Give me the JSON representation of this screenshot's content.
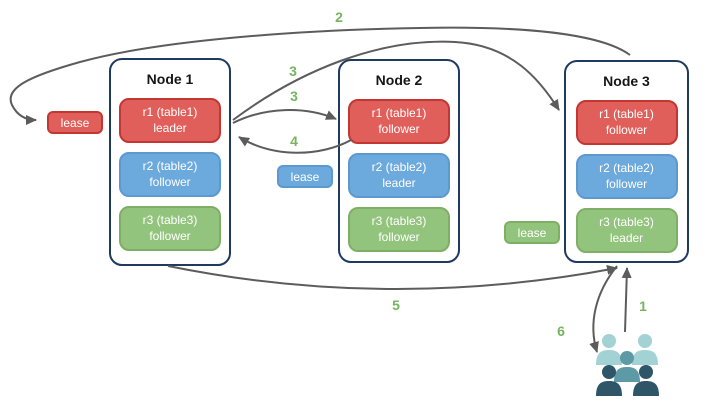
{
  "diagram": {
    "nodes": [
      {
        "title": "Node 1",
        "replicas": [
          {
            "name": "r1 (table1)",
            "role": "leader",
            "color": "red"
          },
          {
            "name": "r2 (table2)",
            "role": "follower",
            "color": "blue"
          },
          {
            "name": "r3 (table3)",
            "role": "follower",
            "color": "green"
          }
        ]
      },
      {
        "title": "Node 2",
        "replicas": [
          {
            "name": "r1 (table1)",
            "role": "follower",
            "color": "red"
          },
          {
            "name": "r2 (table2)",
            "role": "leader",
            "color": "blue"
          },
          {
            "name": "r3 (table3)",
            "role": "follower",
            "color": "green"
          }
        ]
      },
      {
        "title": "Node 3",
        "replicas": [
          {
            "name": "r1 (table1)",
            "role": "follower",
            "color": "red"
          },
          {
            "name": "r2 (table2)",
            "role": "follower",
            "color": "blue"
          },
          {
            "name": "r3 (table3)",
            "role": "leader",
            "color": "green"
          }
        ]
      }
    ],
    "leases": [
      {
        "label": "lease",
        "color": "red"
      },
      {
        "label": "lease",
        "color": "blue"
      },
      {
        "label": "lease",
        "color": "green"
      }
    ],
    "steps": [
      {
        "label": "1"
      },
      {
        "label": "2"
      },
      {
        "label": "3"
      },
      {
        "label": "3"
      },
      {
        "label": "4"
      },
      {
        "label": "5"
      },
      {
        "label": "6"
      }
    ],
    "icons": {
      "users": "users-group-icon"
    },
    "colors": {
      "node_border": "#1f3a5f",
      "red_fill": "#e05f5b",
      "red_border": "#c23733",
      "blue_fill": "#6ca9dd",
      "blue_border": "#5d99cf",
      "green_fill": "#93c47d",
      "green_border": "#7fae66",
      "arrow_gray": "#5c5c5c",
      "step_green": "#76b45e",
      "users_light": "#a3d2d5",
      "users_medium": "#5e99a6",
      "users_dark": "#2e5568"
    }
  }
}
